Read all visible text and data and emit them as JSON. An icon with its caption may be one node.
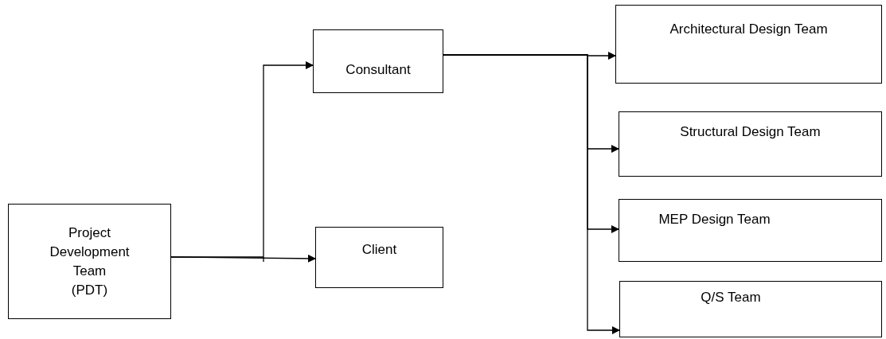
{
  "diagram": {
    "nodes": [
      {
        "text": [
          "Project Development Team",
          "(PDT)"
        ]
      },
      {
        "text": [
          "Consultant"
        ]
      },
      {
        "text": [
          "Client"
        ]
      },
      {
        "text": [
          "Architectural Design Team"
        ]
      },
      {
        "text": [
          "Structural Design Team"
        ]
      },
      {
        "text": [
          "MEP Design Team"
        ]
      },
      {
        "text": [
          "Q/S Team"
        ]
      }
    ],
    "edges": [
      {
        "from": 0,
        "to": 1,
        "arrow": "to"
      },
      {
        "from": 0,
        "to": 2,
        "arrow": "to"
      },
      {
        "from": 1,
        "to": 3,
        "arrow": "to"
      },
      {
        "from": 1,
        "to": 4,
        "arrow": "to"
      },
      {
        "from": 1,
        "to": 5,
        "arrow": "to"
      },
      {
        "from": 1,
        "to": 6,
        "arrow": "to"
      }
    ]
  }
}
